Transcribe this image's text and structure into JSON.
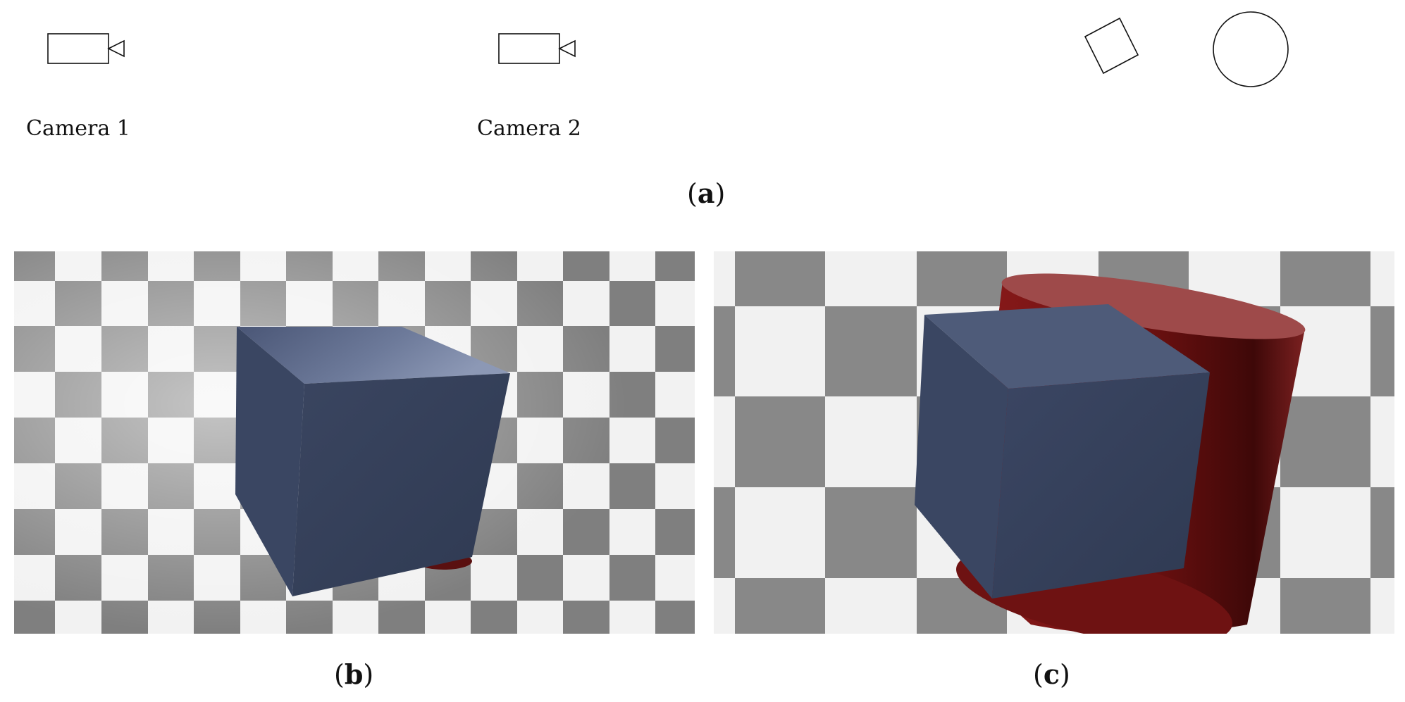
{
  "panel_a": {
    "camera1_label": "Camera 1",
    "camera2_label": "Camera 2",
    "caption_letter": "a",
    "icons": [
      "camera-icon",
      "camera-icon",
      "rotated-square-icon",
      "circle-icon"
    ]
  },
  "panel_b": {
    "caption_letter": "b",
    "scene": "blue cube over checkerboard (camera 1 view)"
  },
  "panel_c": {
    "caption_letter": "c",
    "scene": "blue cube in front of red cylinder over checkerboard (camera 2 view)"
  },
  "colors": {
    "cube_front": "#343f57",
    "cube_top": "#4f5c7a",
    "cylinder_red": "#6b1212",
    "checker_dark": "#808080",
    "checker_light": "#f2f2f2"
  }
}
